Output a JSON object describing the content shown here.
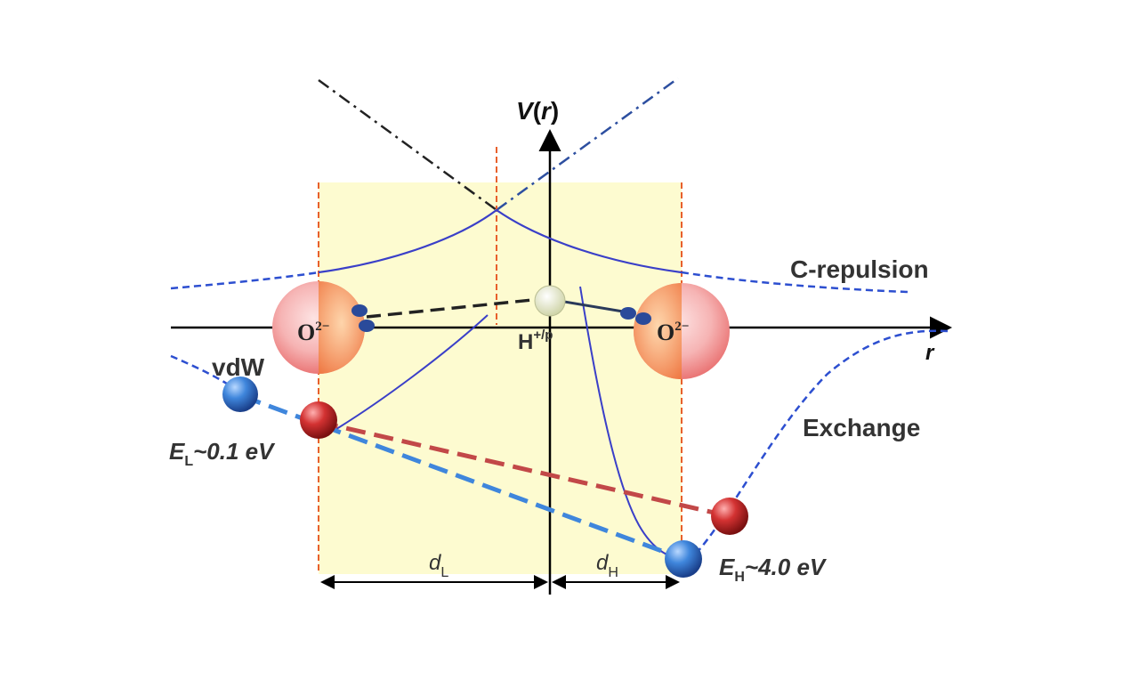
{
  "axis": {
    "y_label": "V",
    "y_paren_open": "(",
    "y_var": "r",
    "y_paren_close": ")",
    "x_label": "r"
  },
  "labels": {
    "c_repulsion": "C-repulsion",
    "exchange": "Exchange",
    "vdw": "vdW",
    "oxygen_left": "O",
    "oxygen_left_charge": "2−",
    "oxygen_right": "O",
    "oxygen_right_charge": "2−",
    "hydrogen": "H",
    "hydrogen_charge": "+/p",
    "e_low_prefix": "E",
    "e_low_sub": "L",
    "e_low_value": "~0.1 eV",
    "e_high_prefix": "E",
    "e_high_sub": "H",
    "e_high_value": "~4.0 eV",
    "d_low": "d",
    "d_low_sub": "L",
    "d_high": "d",
    "d_high_sub": "H"
  },
  "colors": {
    "highlight_region": "#fdfbd0",
    "boundary_lines": "#e8602c",
    "curve_blue": "#3a3fc8",
    "dashed_blue": "#2d64c8",
    "dashed_red": "#c24848",
    "ball_blue": "#2e6ec8",
    "ball_red": "#c42a2a",
    "electron_pair": "#2a4a9a"
  }
}
